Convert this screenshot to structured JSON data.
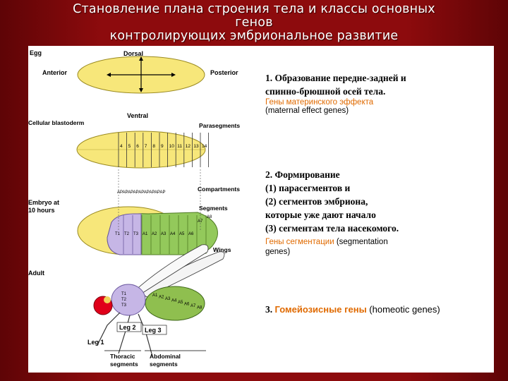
{
  "slide": {
    "title_line1": "Становление плана строения тела и классы основных",
    "title_line2": "генов",
    "title_line3": "контролирующих эмбриональное развитие"
  },
  "figure": {
    "egg": "Egg",
    "dorsal": "Dorsal",
    "anterior": "Anterior",
    "posterior": "Posterior",
    "ventral": "Ventral",
    "cellular_blastoderm": "Cellular blastoderm",
    "parasegments": "Parasegments",
    "parasegment_numbers": [
      "4",
      "5",
      "6",
      "7",
      "8",
      "9",
      "10",
      "11",
      "12",
      "13",
      "14"
    ],
    "compartments": "Compartments",
    "compartment_string": "APAPAPAPAPAPAPAPAP",
    "embryo_line1": "Embryo at",
    "embryo_line2": "10 hours",
    "segments": "Segments",
    "embryo_segments": [
      "T1",
      "T2",
      "T3",
      "A1",
      "A2",
      "A3",
      "A4",
      "A5",
      "A6",
      "A7",
      "A8"
    ],
    "wings": "Wings",
    "adult": "Adult",
    "fly_segments": [
      "T1",
      "T2",
      "T3",
      "A1",
      "A2",
      "A3",
      "A4",
      "A5",
      "A6",
      "A7",
      "A8"
    ],
    "leg2": "Leg 2",
    "leg3": "Leg 3",
    "leg1": "Leg 1",
    "thoracic_line1": "Thoracic",
    "thoracic_line2": "segments",
    "abdominal_line1": "Abdominal",
    "abdominal_line2": "segments",
    "colors": {
      "yellow": "#f7e77a",
      "purple": "#c6b6e6",
      "green": "#93c95b",
      "fly_green": "#8fbf4f",
      "eye": "#e0001a"
    }
  },
  "text": {
    "p1_line1": "1. Образование передне-задней и",
    "p1_line2": "спинно-брюшной осей тела.",
    "p1_orange": "Гены материнского эффекта",
    "p1_en": "(maternal effect genes)",
    "p2_line1": "2. Формирование",
    "p2_line2": "(1) парасегментов и",
    "p2_line3": "(2) сегментов эмбриона,",
    "p2_line4": "которые уже дают начало",
    "p2_line5": "(3) сегментам тела насекомого.",
    "p2_orange": "Гены сегментации",
    "p2_en1": " (segmentation",
    "p2_en2": "genes)",
    "p3_num": "3. ",
    "p3_orange": "Гомейозисные гены",
    "p3_en": " (homeotic genes)"
  }
}
